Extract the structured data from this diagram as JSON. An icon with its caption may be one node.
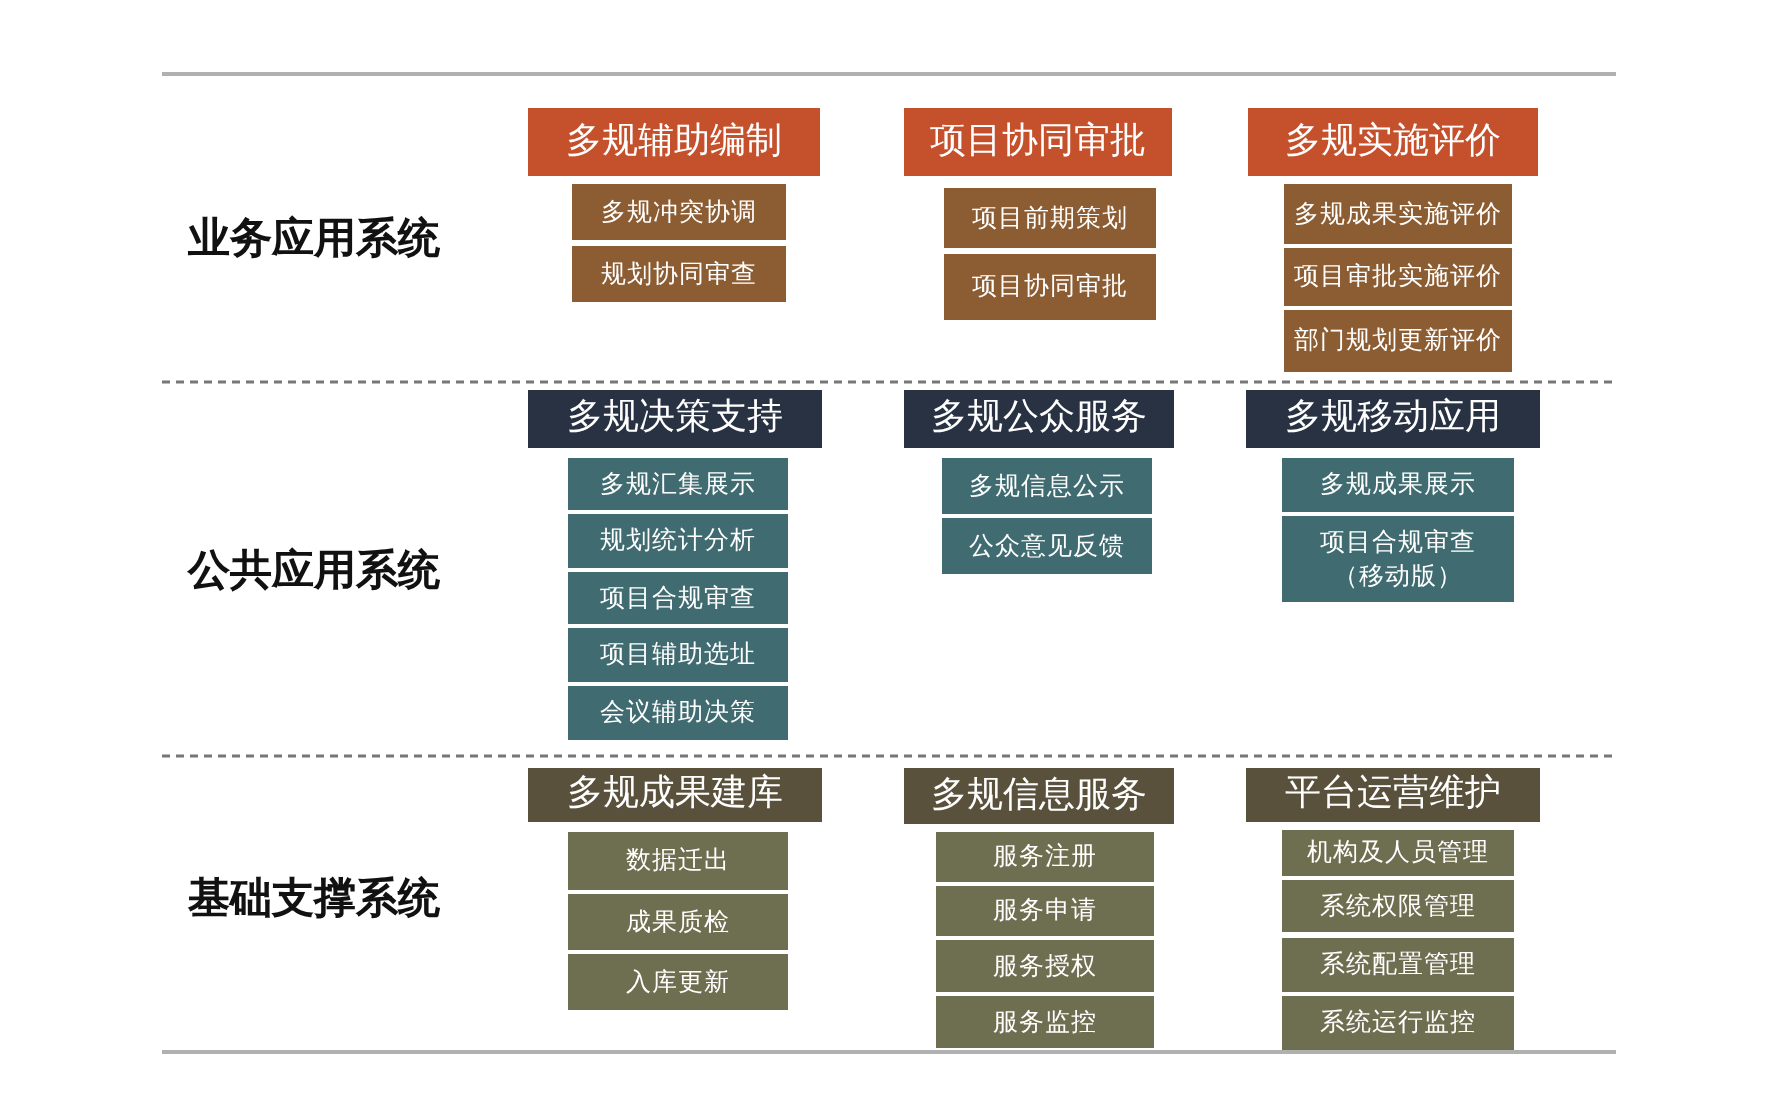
{
  "diagram": {
    "nodes": [
      {
        "text": [
          "多规辅助编制"
        ]
      },
      {
        "text": [
          "多规冲突协调"
        ]
      },
      {
        "text": [
          "规划协同审查"
        ]
      },
      {
        "text": [
          "项目协同审批"
        ]
      },
      {
        "text": [
          "项目前期策划"
        ]
      },
      {
        "text": [
          "项目协同审批"
        ]
      },
      {
        "text": [
          "多规实施评价"
        ]
      },
      {
        "text": [
          "多规成果实施评价"
        ]
      },
      {
        "text": [
          "项目审批实施评价"
        ]
      },
      {
        "text": [
          "部门规划更新评价"
        ]
      },
      {
        "text": [
          "多规决策支持"
        ]
      },
      {
        "text": [
          "多规汇集展示"
        ]
      },
      {
        "text": [
          "规划统计分析"
        ]
      },
      {
        "text": [
          "项目合规审查"
        ]
      },
      {
        "text": [
          "项目辅助选址"
        ]
      },
      {
        "text": [
          "会议辅助决策"
        ]
      },
      {
        "text": [
          "多规公众服务"
        ]
      },
      {
        "text": [
          "多规信息公示"
        ]
      },
      {
        "text": [
          "公众意见反馈"
        ]
      },
      {
        "text": [
          "多规移动应用"
        ]
      },
      {
        "text": [
          "多规成果展示"
        ]
      },
      {
        "text": [
          "项目合规审查（移动版）"
        ]
      },
      {
        "text": [
          "多规成果建库"
        ]
      },
      {
        "text": [
          "数据迁出"
        ]
      },
      {
        "text": [
          "成果质检"
        ]
      },
      {
        "text": [
          "入库更新"
        ]
      },
      {
        "text": [
          "多规信息服务"
        ]
      },
      {
        "text": [
          "服务注册"
        ]
      },
      {
        "text": [
          "服务申请"
        ]
      },
      {
        "text": [
          "服务授权"
        ]
      },
      {
        "text": [
          "服务监控"
        ]
      },
      {
        "text": [
          "平台运营维护"
        ]
      },
      {
        "text": [
          "机构及人员管理"
        ]
      },
      {
        "text": [
          "系统权限管理"
        ]
      },
      {
        "text": [
          "系统配置管理"
        ]
      },
      {
        "text": [
          "系统运行监控"
        ]
      }
    ],
    "edges": [],
    "labels": [
      "业务应用系统",
      "公共应用系统",
      "基础支撑系统"
    ]
  }
}
